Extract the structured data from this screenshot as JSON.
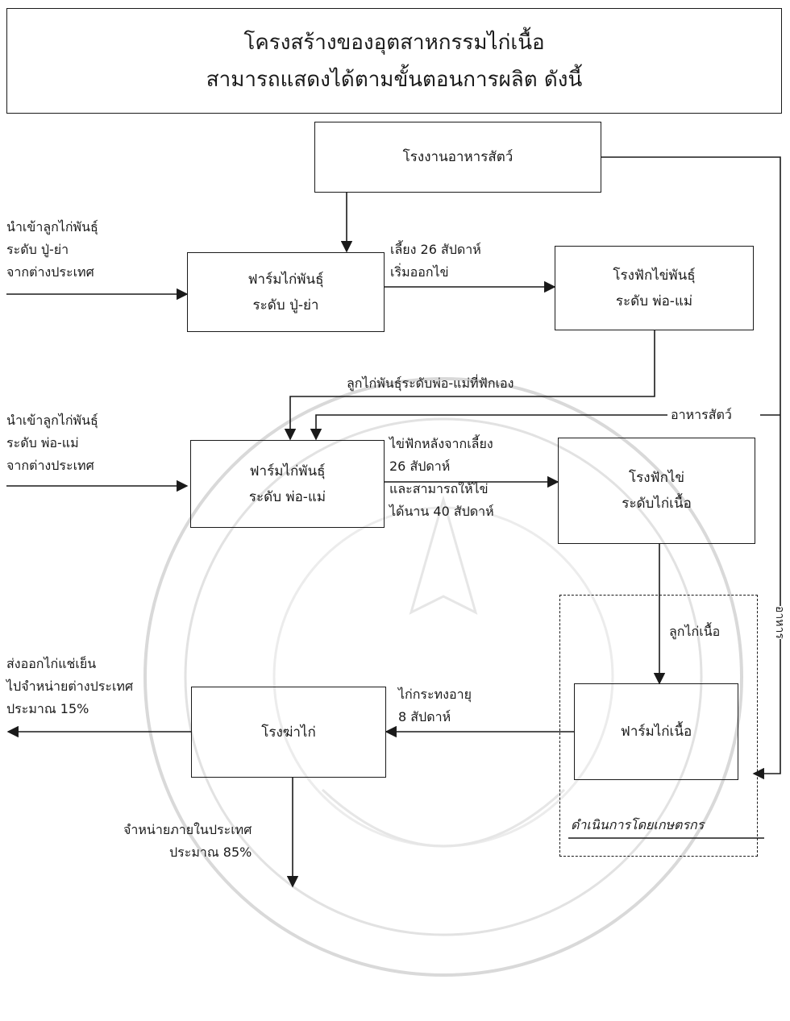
{
  "title": {
    "line1": "โครงสร้างของอุตสาหกรรมไก่เนื้อ",
    "line2": "สามารถแสดงได้ตามขั้นตอนการผลิต ดังนี้"
  },
  "boxes": {
    "feed_mill": "โรงงานอาหารสัตว์",
    "gp_farm": [
      "ฟาร์มไก่พันธุ์",
      "ระดับ ปู่-ย่า"
    ],
    "ps_hatchery": [
      "โรงฟักไข่พันธุ์",
      "ระดับ พ่อ-แม่"
    ],
    "ps_farm": [
      "ฟาร์มไก่พันธุ์",
      "ระดับ พ่อ-แม่"
    ],
    "broiler_hatchery": [
      "โรงฟักไข่",
      "ระดับไก่เนื้อ"
    ],
    "broiler_farm": "ฟาร์มไก่เนื้อ",
    "slaughterhouse": "โรงฆ่าไก่"
  },
  "labels": {
    "import_gp": [
      "นำเข้าลูกไก่พันธุ์",
      "ระดับ ปู่-ย่า",
      "จากต่างประเทศ"
    ],
    "gp_to_hatch": [
      "เลี้ยง 26 สัปดาห์",
      "เริ่มออกไข่"
    ],
    "own_ps_chicks": "ลูกไก่พันธุ์ระดับพ่อ-แม่ที่ฟักเอง",
    "animal_feed": "อาหารสัตว์",
    "import_ps": [
      "นำเข้าลูกไก่พันธุ์",
      "ระดับ พ่อ-แม่",
      "จากต่างประเทศ"
    ],
    "ps_to_hatch": [
      "ไข่ฟักหลังจากเลี้ยง",
      "26 สัปดาห์",
      "และสามารถให้ไข่",
      "ได้นาน 40 สัปดาห์"
    ],
    "broiler_chicks": "ลูกไก่เนื้อ",
    "broiler_to_slaughter": [
      "ไก่กระทงอายุ",
      "8 สัปดาห์"
    ],
    "export": [
      "ส่งออกไก่แช่เย็น",
      "ไปจำหน่ายต่างประเทศ",
      "ประมาณ 15%"
    ],
    "domestic": [
      "จำหน่ายภายในประเทศ",
      "ประมาณ 85%"
    ],
    "by_farmers": "ดำเนินการโดยเกษตรกร",
    "right_edge_feed": "อาหาร"
  }
}
